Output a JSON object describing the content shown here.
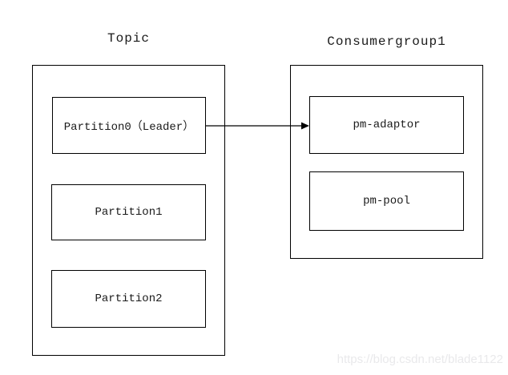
{
  "topic": {
    "title": "Topic",
    "partitions": [
      {
        "label": "Partition0（Leader）"
      },
      {
        "label": "Partition1"
      },
      {
        "label": "Partition2"
      }
    ]
  },
  "consumer": {
    "title": "Consumergroup1",
    "members": [
      {
        "label": "pm-adaptor"
      },
      {
        "label": "pm-pool"
      }
    ]
  },
  "edges": [
    {
      "from": "Partition0（Leader）",
      "to": "pm-adaptor",
      "style": "solid-arrow"
    }
  ],
  "watermark": "https://blog.csdn.net/blade1122",
  "colors": {
    "line": "#000000",
    "background": "#ffffff",
    "watermark_text": "#e9e9eb"
  }
}
